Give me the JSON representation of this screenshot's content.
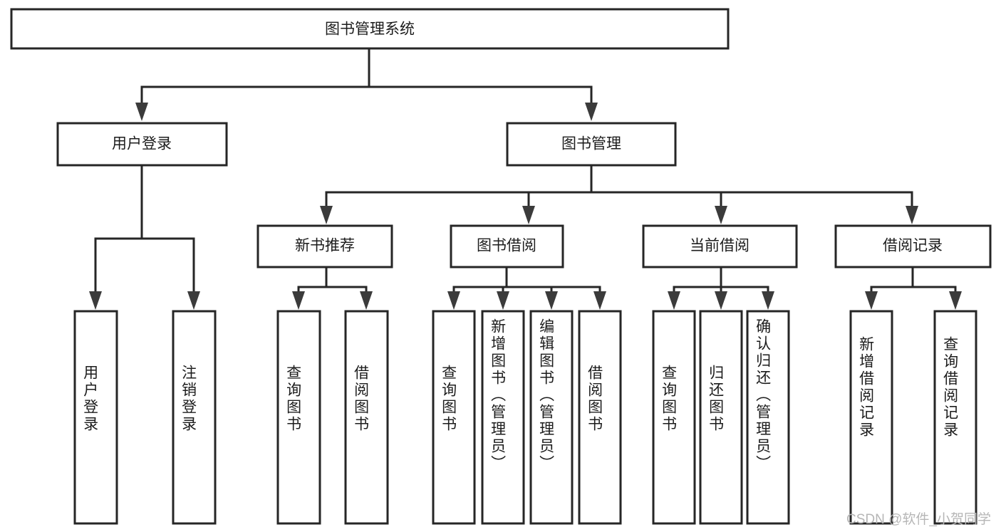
{
  "diagram": {
    "title": "图书管理系统",
    "type": "hierarchy-tree",
    "watermark": "CSDN @软件_小贺同学",
    "colors": {
      "box_fill": "#ffffff",
      "box_stroke": "#262626",
      "connector": "#262626",
      "arrow": "#3b3b3b",
      "text": "#1c1c1c",
      "watermark": "#b6b6b6",
      "background": "#ffffff"
    },
    "root": {
      "id": "root",
      "label": "图书管理系统",
      "orientation": "horizontal"
    },
    "level2": [
      {
        "id": "user-login",
        "label": "用户登录",
        "orientation": "horizontal"
      },
      {
        "id": "book-manage",
        "label": "图书管理",
        "orientation": "horizontal"
      }
    ],
    "level3": [
      {
        "id": "new-book-recommend",
        "label": "新书推荐",
        "orientation": "horizontal",
        "parent": "book-manage"
      },
      {
        "id": "book-borrow",
        "label": "图书借阅",
        "orientation": "horizontal",
        "parent": "book-manage"
      },
      {
        "id": "current-borrow",
        "label": "当前借阅",
        "orientation": "horizontal",
        "parent": "book-manage"
      },
      {
        "id": "borrow-record",
        "label": "借阅记录",
        "orientation": "horizontal",
        "parent": "book-manage"
      }
    ],
    "leaves": [
      {
        "id": "leaf-user-login",
        "label": "用户登录",
        "orientation": "vertical",
        "parent": "user-login"
      },
      {
        "id": "leaf-logout-login",
        "label": "注销登录",
        "orientation": "vertical",
        "parent": "user-login"
      },
      {
        "id": "leaf-query-book-1",
        "label": "查询图书",
        "orientation": "vertical",
        "parent": "new-book-recommend"
      },
      {
        "id": "leaf-borrow-book-1",
        "label": "借阅图书",
        "orientation": "vertical",
        "parent": "new-book-recommend"
      },
      {
        "id": "leaf-query-book-2",
        "label": "查询图书",
        "orientation": "vertical",
        "parent": "book-borrow"
      },
      {
        "id": "leaf-add-book",
        "label": "新增图书（管理员）",
        "orientation": "vertical",
        "parent": "book-borrow"
      },
      {
        "id": "leaf-edit-book",
        "label": "编辑图书（管理员）",
        "orientation": "vertical",
        "parent": "book-borrow"
      },
      {
        "id": "leaf-borrow-book-2",
        "label": "借阅图书",
        "orientation": "vertical",
        "parent": "book-borrow"
      },
      {
        "id": "leaf-query-book-3",
        "label": "查询图书",
        "orientation": "vertical",
        "parent": "current-borrow"
      },
      {
        "id": "leaf-return-book",
        "label": "归还图书",
        "orientation": "vertical",
        "parent": "current-borrow"
      },
      {
        "id": "leaf-confirm-return",
        "label": "确认归还（管理员）",
        "orientation": "vertical",
        "parent": "current-borrow"
      },
      {
        "id": "leaf-add-record",
        "label": "新增借阅记录",
        "orientation": "vertical",
        "parent": "borrow-record"
      },
      {
        "id": "leaf-query-record",
        "label": "查询借阅记录",
        "orientation": "vertical",
        "parent": "borrow-record"
      }
    ]
  }
}
